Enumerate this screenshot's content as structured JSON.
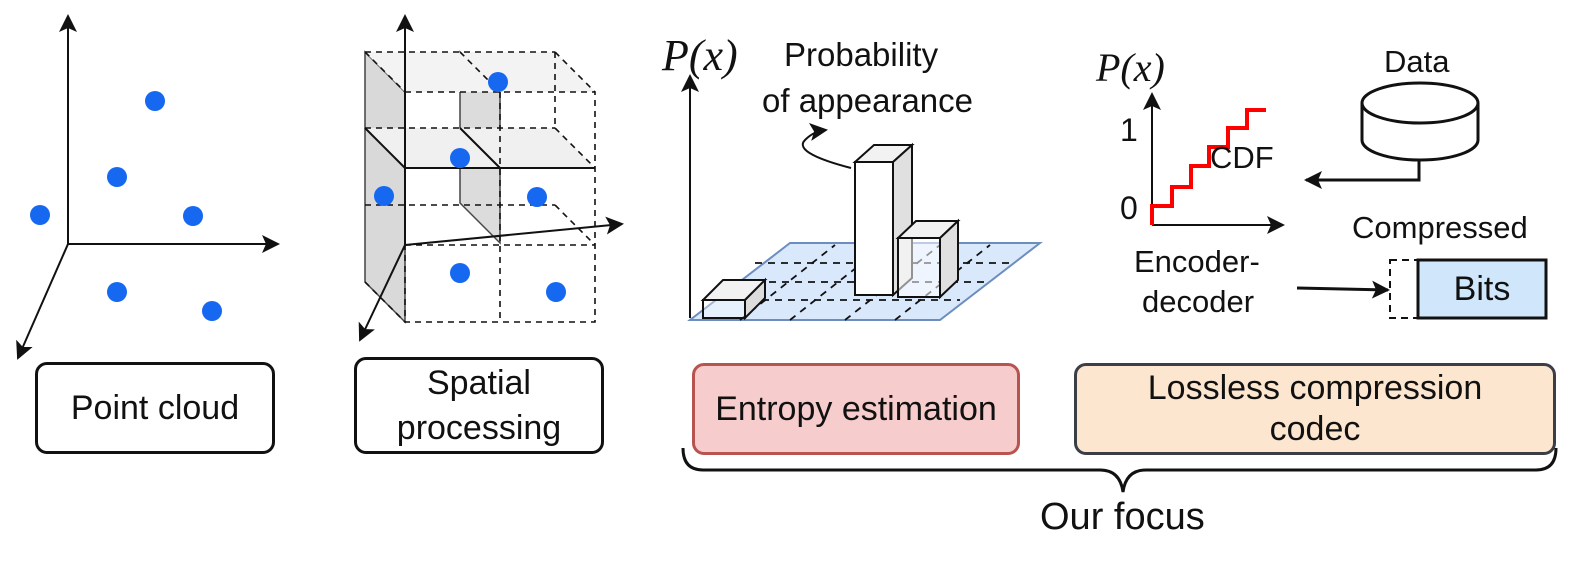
{
  "panels": {
    "point_cloud": {
      "label": "Point cloud"
    },
    "spatial": {
      "label_line1": "Spatial",
      "label_line2": "processing"
    },
    "entropy": {
      "label": "Entropy estimation",
      "axis_label": "P(x)",
      "annotation_line1": "Probability",
      "annotation_line2": "of appearance",
      "fill_color": "#f6cdcc",
      "border_color": "#b85450"
    },
    "codec": {
      "label_line1": "Lossless compression",
      "label_line2": "codec",
      "axis_label": "P(x)",
      "tick_one": "1",
      "tick_zero": "0",
      "cdf_label": "CDF",
      "data_label": "Data",
      "compressed_label": "Compressed",
      "bits_label": "Bits",
      "encoder_line1": "Encoder-",
      "encoder_line2": "decoder",
      "fill_color": "#fde6cf",
      "border_color": "#3b3f45"
    }
  },
  "footer": {
    "brace_label": "Our focus"
  },
  "colors": {
    "point": "#1668f0",
    "cdf_line": "#ff0000",
    "plane_fill": "#dae8fc",
    "plane_stroke": "#6c8ebf",
    "bits_fill": "#cfe6fb"
  }
}
